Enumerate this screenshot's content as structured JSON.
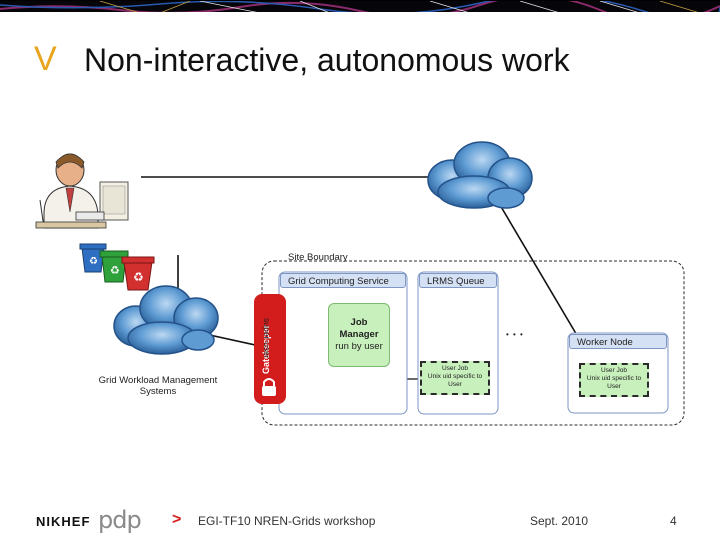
{
  "slide": {
    "title": "Non-interactive, autonomous work",
    "bullet": "V"
  },
  "diagram": {
    "site_boundary": "Site Boundary",
    "grid_computing_service": "Grid Computing Service",
    "lrms_queue": "LRMS Queue",
    "worker_node": "Worker Node",
    "job_manager_line1": "Job",
    "job_manager_line2": "Manager",
    "job_manager_line3": "run by user",
    "user_job_line1": "User Job",
    "user_job_line2": "Unix uid specific to",
    "user_job_line3": "User",
    "gatekeeper": "Gatekeeper",
    "gatekeeper_sub": "super-user",
    "gwms_line1": "Grid Workload Management",
    "gwms_line2": "Systems",
    "ellipsis": "• • •"
  },
  "footer": {
    "logo_left": "NIKHEF",
    "logo_pdp": "pdp",
    "arrow": ">",
    "event": "EGI-TF10 NREN-Grids workshop",
    "date": "Sept. 2010",
    "page": "4"
  },
  "colors": {
    "accent_bullet": "#e8a41c",
    "panel_header": "#d4e0f3",
    "job_green": "#c8f0bc",
    "gatekeeper_red": "#d31d1d",
    "cloud_blue": "#3a7bb8"
  }
}
